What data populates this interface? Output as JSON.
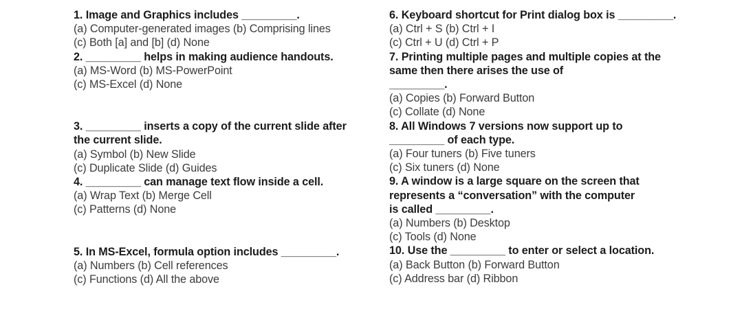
{
  "document": {
    "type": "multiple-choice-quiz",
    "background_color": "#ffffff",
    "stem_color": "#1b1b1b",
    "option_color": "#3b3b3b",
    "blank_placeholder": "_________"
  },
  "left_column": {
    "questions": [
      {
        "number": "1.",
        "stem_lines": [
          "1. Image and Graphics includes _________."
        ],
        "option_lines": [
          "(a) Computer-generated images (b) Comprising lines",
          "(c) Both [a] and [b] (d) None"
        ],
        "gap_before": false
      },
      {
        "number": "2.",
        "stem_lines": [
          "2. _________ helps in making audience handouts."
        ],
        "option_lines": [
          "(a) MS-Word (b) MS-PowerPoint",
          "(c) MS-Excel (d) None"
        ],
        "gap_before": false
      },
      {
        "number": "3.",
        "stem_lines": [
          "3. _________ inserts a copy of the current slide after",
          "the current slide."
        ],
        "option_lines": [
          "(a) Symbol (b) New Slide",
          "(c) Duplicate Slide (d) Guides"
        ],
        "gap_before": true
      },
      {
        "number": "4.",
        "stem_lines": [
          "4. _________ can manage text flow inside a cell."
        ],
        "option_lines": [
          "(a) Wrap Text (b) Merge Cell",
          "(c) Patterns (d) None"
        ],
        "gap_before": false
      },
      {
        "number": "5.",
        "stem_lines": [
          "5. In MS-Excel, formula option includes _________."
        ],
        "option_lines": [
          "(a) Numbers (b) Cell references",
          "(c) Functions (d) All the above"
        ],
        "gap_before": true
      }
    ]
  },
  "right_column": {
    "questions": [
      {
        "number": "6.",
        "stem_lines": [
          "6. Keyboard shortcut for Print dialog box is _________."
        ],
        "option_lines": [
          "(a) Ctrl + S (b) Ctrl + I",
          "(c) Ctrl + U (d) Ctrl + P"
        ],
        "gap_before": false
      },
      {
        "number": "7.",
        "stem_lines": [
          "7. Printing multiple pages and multiple copies at the",
          "same then there arises the use of",
          "_________."
        ],
        "option_lines": [
          "(a) Copies (b) Forward Button",
          "(c) Collate (d) None"
        ],
        "gap_before": false
      },
      {
        "number": "8.",
        "stem_lines": [
          "8. All Windows 7 versions now support up to",
          "_________ of each type."
        ],
        "option_lines": [
          "(a) Four tuners (b) Five tuners",
          "(c) Six tuners (d) None"
        ],
        "gap_before": false
      },
      {
        "number": "9.",
        "stem_lines": [
          "9. A window is a large square on the screen that",
          "represents a “conversation” with the computer",
          "is called _________."
        ],
        "option_lines": [
          "(a) Numbers (b) Desktop",
          "(c) Tools (d) None"
        ],
        "gap_before": false
      },
      {
        "number": "10.",
        "stem_lines": [
          "10. Use the _________ to enter or select a location."
        ],
        "option_lines": [
          "(a) Back Button (b) Forward Button",
          "(c) Address bar (d) Ribbon"
        ],
        "gap_before": false
      }
    ]
  }
}
